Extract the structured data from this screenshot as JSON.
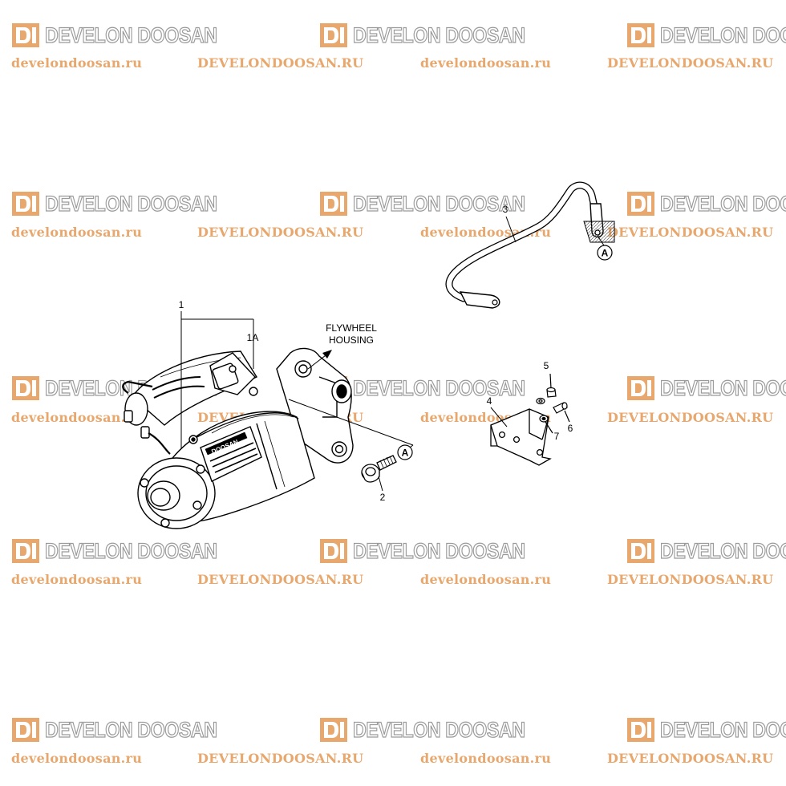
{
  "watermark": {
    "brand_text": "DEVELON DOOSAN",
    "site_lower": "develondoosan.ru",
    "site_upper": "DEVELONDOOSAN.RU",
    "logo_color": "#e8a76d",
    "site_color": "#e8a76d"
  },
  "callouts": {
    "p1": "1",
    "p1a": "1A",
    "p2": "2",
    "p3": "3",
    "p4": "4",
    "p5": "5",
    "p6": "6",
    "p7": "7",
    "ref_a": "A",
    "ref_a2": "A",
    "flywheel_line1": "FLYWHEEL",
    "flywheel_line2": "HOUSING"
  },
  "starter_label": "DOOSAN"
}
